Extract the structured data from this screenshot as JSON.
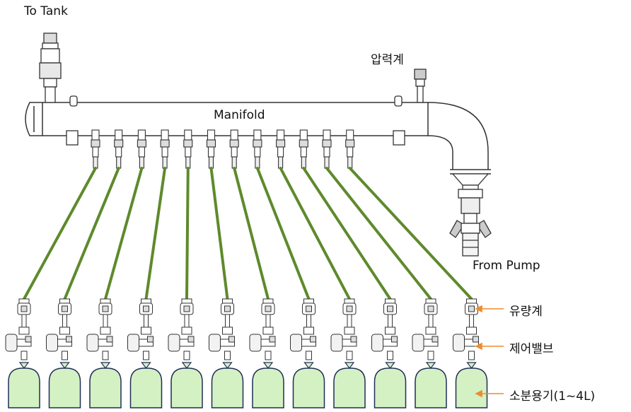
{
  "labels": {
    "to_tank": "To Tank",
    "pressure_gauge": "압력계",
    "manifold": "Manifold",
    "from_pump": "From Pump",
    "flowmeter": "유량계",
    "control_valve": "제어밸브",
    "container": "소분용기(1~4L)"
  },
  "counts": {
    "outlets": 12
  },
  "colors": {
    "line": "#333333",
    "hose": "#5e8a2c",
    "container_fill": "#d4f1c4",
    "container_stroke": "#1f2e57",
    "arrow": "#f08a2c"
  }
}
